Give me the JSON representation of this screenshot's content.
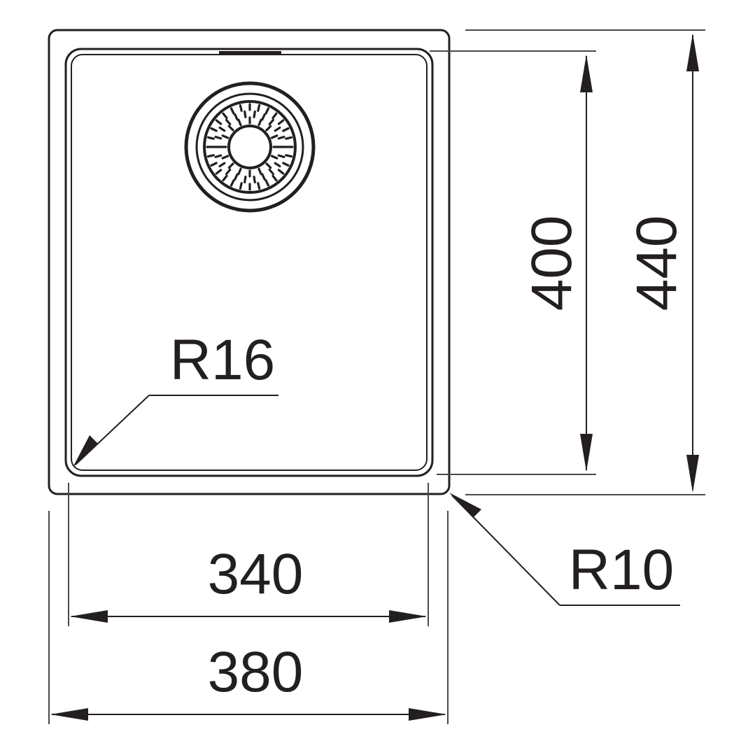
{
  "diagram": {
    "labels": {
      "inner_height": "400",
      "outer_height": "440",
      "inner_width": "340",
      "outer_width": "380",
      "inner_radius": "R16",
      "outer_radius": "R10"
    },
    "colors": {
      "line": "#231f20",
      "background": "#ffffff"
    }
  }
}
